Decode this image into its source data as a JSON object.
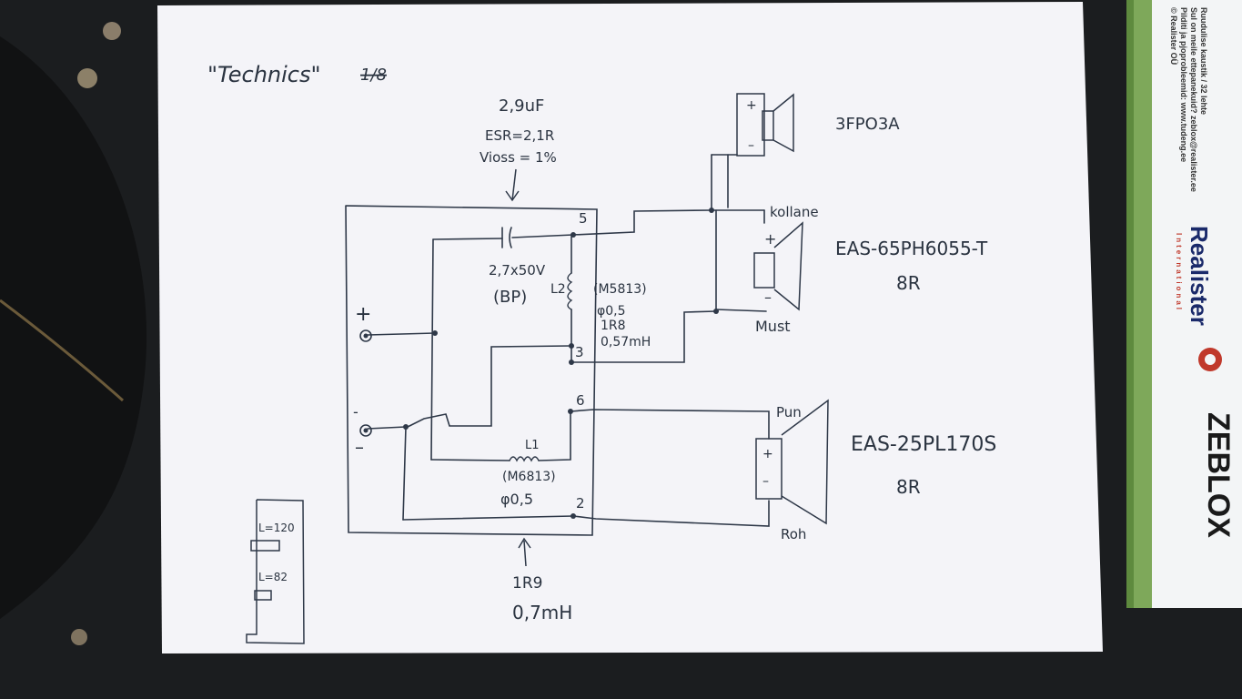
{
  "title": "\"Technics\"",
  "title_struck": "1/8",
  "cap_top": {
    "value": "2,9uF",
    "esr": "ESR=2,1R",
    "loss": "Vioss = 1%"
  },
  "cap_inner": {
    "value": "2,7x50V",
    "type": "(BP)"
  },
  "inductor_l2": {
    "name": "L2",
    "part": "(M5813)",
    "wire": "φ0,5",
    "resistance": "1R8",
    "inductance": "0,57mH"
  },
  "inductor_l1": {
    "name": "L1",
    "part": "(M6813)",
    "wire": "φ0,5"
  },
  "bottom_note": {
    "resistance": "1R9",
    "inductance": "0,7mH"
  },
  "pins": [
    "5",
    "3",
    "6",
    "2"
  ],
  "terminals": {
    "plus": "+",
    "minus_mark": "-",
    "minus": "–"
  },
  "tweeter": {
    "model": "3FPO3A",
    "plus": "+",
    "minus": "–"
  },
  "midrange": {
    "model": "EAS-65PH6055-T",
    "impedance": "8R",
    "wire_top": "kollane",
    "wire_bottom": "Must",
    "plus": "+",
    "minus": "–"
  },
  "woofer": {
    "model": "EAS-25PL170S",
    "impedance": "8R",
    "wire_top": "Pun",
    "wire_bottom": "Roh",
    "plus": "+",
    "minus": "–"
  },
  "side_sketch": {
    "label_1": "L=120",
    "label_2": "L=82"
  },
  "box": {
    "line1": "Ruudulise kaustik / 32 lehte",
    "line2": "Sul on meile ettepanekuid? zeblox@realister.ee",
    "line3": "Pilditi ja pjoprobleemid: www.tudeng.ee",
    "line4": "© Realister OÜ",
    "brand": "Realister",
    "brand_sub": "International",
    "product": "ZEBLOX"
  }
}
